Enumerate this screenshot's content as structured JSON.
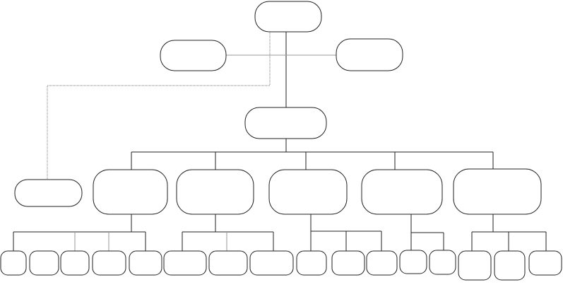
{
  "diagram": {
    "type": "org-chart",
    "root": "top",
    "nodes": [
      "top",
      "assistant-left",
      "assistant-right",
      "director",
      "advisor",
      "dept-1",
      "dept-2",
      "dept-3",
      "dept-4",
      "dept-5",
      "d1-u1",
      "d1-u2",
      "d1-u3",
      "d1-u4",
      "d1-u5",
      "d2-u1",
      "d2-u2",
      "d2-u3",
      "d3-u1",
      "d3-u2",
      "d3-u3",
      "d4-u1",
      "d4-u2",
      "d5-u1",
      "d5-u2",
      "d5-u3"
    ],
    "edges": [
      [
        "top",
        "assistant-left"
      ],
      [
        "top",
        "assistant-right"
      ],
      [
        "top",
        "director"
      ],
      [
        "top",
        "advisor",
        "dotted"
      ],
      [
        "director",
        "dept-1"
      ],
      [
        "director",
        "dept-2"
      ],
      [
        "director",
        "dept-3"
      ],
      [
        "director",
        "dept-4"
      ],
      [
        "director",
        "dept-5"
      ],
      [
        "dept-1",
        "d1-u1"
      ],
      [
        "dept-1",
        "d1-u2"
      ],
      [
        "dept-1",
        "d1-u3"
      ],
      [
        "dept-1",
        "d1-u4"
      ],
      [
        "dept-1",
        "d1-u5"
      ],
      [
        "dept-2",
        "d2-u1"
      ],
      [
        "dept-2",
        "d2-u2"
      ],
      [
        "dept-2",
        "d2-u3"
      ],
      [
        "dept-3",
        "d3-u1"
      ],
      [
        "dept-3",
        "d3-u2"
      ],
      [
        "dept-3",
        "d3-u3"
      ],
      [
        "dept-4",
        "d4-u1"
      ],
      [
        "dept-4",
        "d4-u2"
      ],
      [
        "dept-5",
        "d5-u1"
      ],
      [
        "dept-5",
        "d5-u2"
      ],
      [
        "dept-5",
        "d5-u3"
      ]
    ],
    "colors": {
      "stroke": "#222222",
      "fill": "#ffffff",
      "dotted": "#777777"
    }
  }
}
